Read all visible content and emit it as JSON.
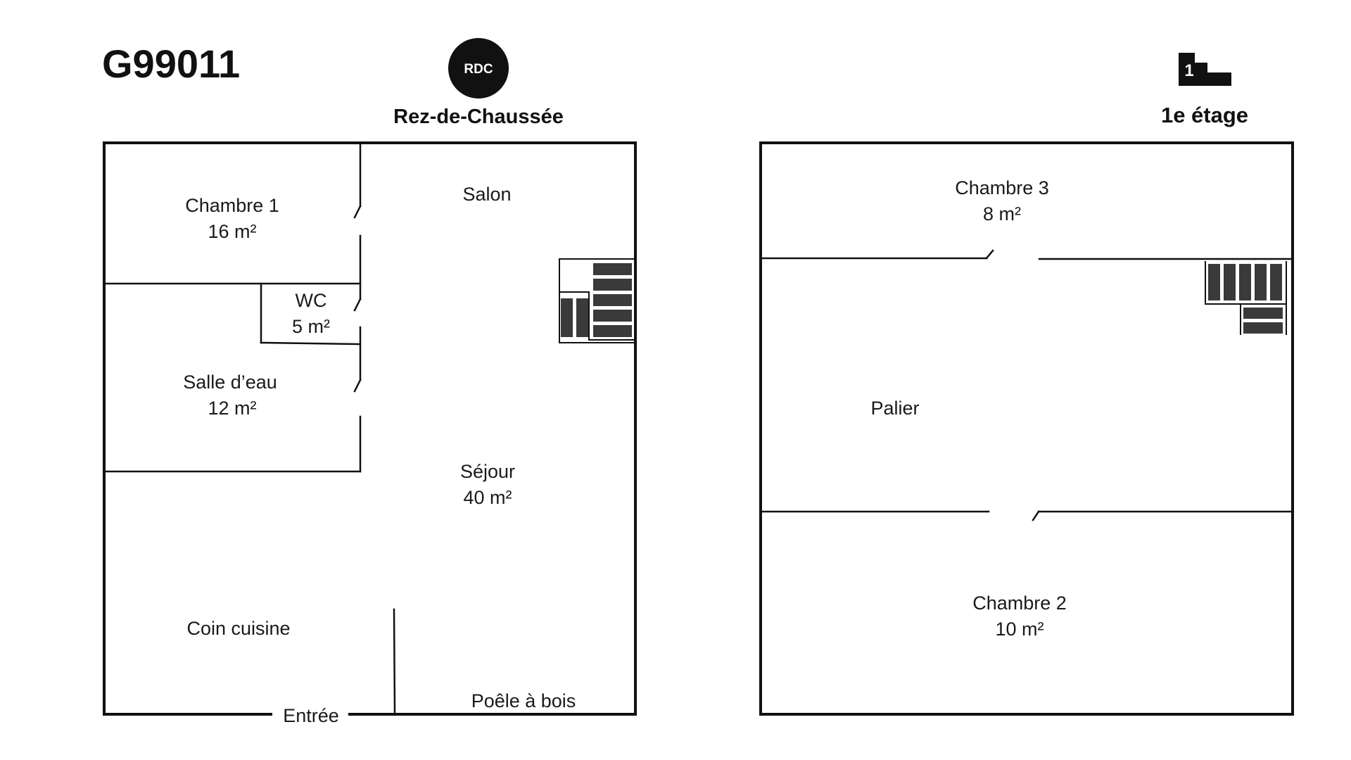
{
  "header": {
    "code": "G99011",
    "ground_badge": "RDC",
    "ground_title": "Rez-de-Chaussée",
    "first_badge": "1",
    "first_title": "1e étage"
  },
  "ground_floor": {
    "rooms": {
      "chambre1": {
        "name": "Chambre 1",
        "area": "16 m²"
      },
      "salon": {
        "name": "Salon"
      },
      "wc": {
        "name": "WC",
        "area": "5 m²"
      },
      "salle_eau": {
        "name": "Salle d’eau",
        "area": "12 m²"
      },
      "sejour": {
        "name": "Séjour",
        "area": "40 m²"
      },
      "cuisine": {
        "name": "Coin cuisine"
      },
      "poele": {
        "name": "Poêle à bois"
      },
      "entree": {
        "name": "Entrée"
      }
    }
  },
  "first_floor": {
    "rooms": {
      "chambre3": {
        "name": "Chambre 3",
        "area": "8 m²"
      },
      "palier": {
        "name": "Palier"
      },
      "chambre2": {
        "name": "Chambre 2",
        "area": "10 m²"
      }
    }
  },
  "colors": {
    "wall": "#111111",
    "stair": "#3a3a3a",
    "badge": "#111111",
    "badge_text": "#ffffff"
  }
}
